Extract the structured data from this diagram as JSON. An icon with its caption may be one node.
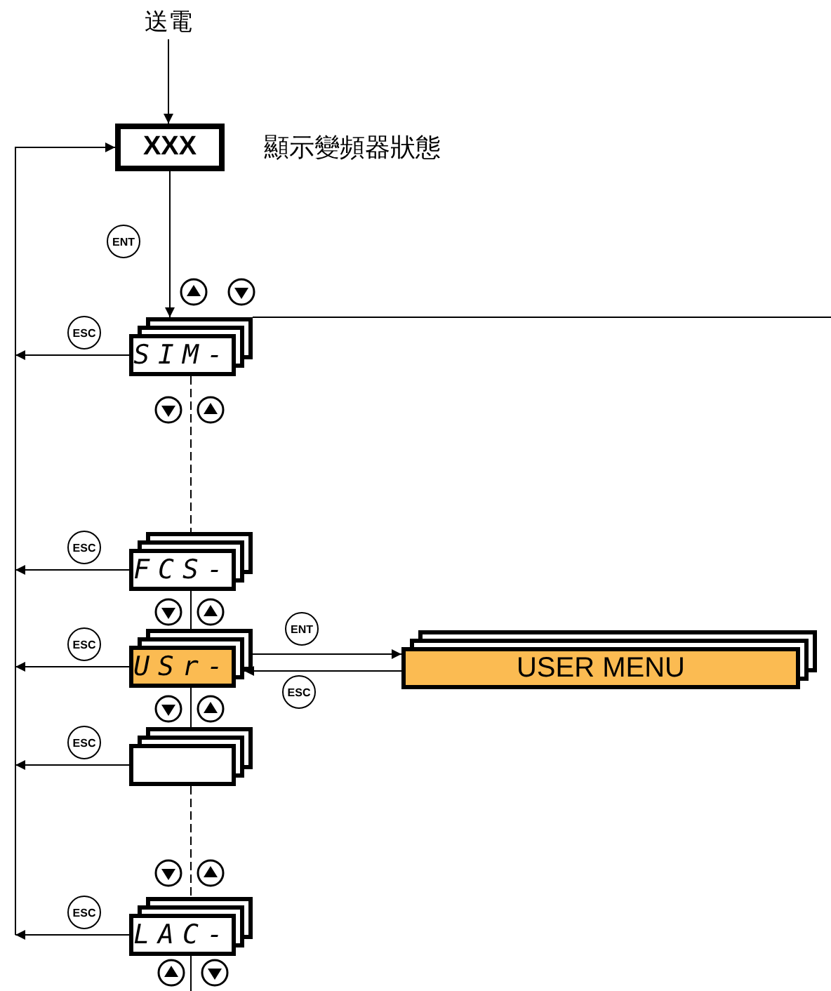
{
  "diagram": {
    "nodes": [
      {
        "text": [
          "送電"
        ]
      },
      {
        "text": [
          "XXX"
        ],
        "beside": [
          "顯示變頻器狀態"
        ]
      },
      {
        "text": [
          "SIM-"
        ]
      },
      {
        "text": [
          "FCS-"
        ]
      },
      {
        "text": [
          "USr-"
        ]
      },
      {
        "text": [],
        "shape": "box"
      },
      {
        "text": [
          "LAC-"
        ]
      },
      {
        "text": [
          "USER MENU"
        ]
      }
    ],
    "edges": [
      {
        "from": 0,
        "to": 1,
        "arrow": "to"
      },
      {
        "from": 1,
        "to": 2,
        "arrow": "to",
        "label": "ENT"
      },
      {
        "from": 2,
        "to": 1,
        "arrow": "to",
        "label": "ESC"
      },
      {
        "from": 3,
        "to": 1,
        "arrow": "to",
        "label": "ESC"
      },
      {
        "from": 4,
        "to": 1,
        "arrow": "to",
        "label": "ESC"
      },
      {
        "from": 5,
        "to": 1,
        "arrow": "to",
        "label": "ESC"
      },
      {
        "from": 6,
        "to": 1,
        "arrow": "to",
        "label": "ESC"
      },
      {
        "from": 2,
        "to": 3,
        "arrow": "none",
        "style": "dashed"
      },
      {
        "from": 3,
        "to": 4,
        "arrow": "none"
      },
      {
        "from": 4,
        "to": 5,
        "arrow": "none"
      },
      {
        "from": 5,
        "to": 6,
        "arrow": "none",
        "style": "dashed"
      },
      {
        "from": 4,
        "to": 7,
        "arrow": "to",
        "label": "ENT"
      },
      {
        "from": 7,
        "to": 4,
        "arrow": "to",
        "label": "ESC"
      },
      {
        "from": 2,
        "to": null,
        "arrow": "none"
      },
      {
        "from": 6,
        "to": null,
        "arrow": "none"
      }
    ]
  }
}
